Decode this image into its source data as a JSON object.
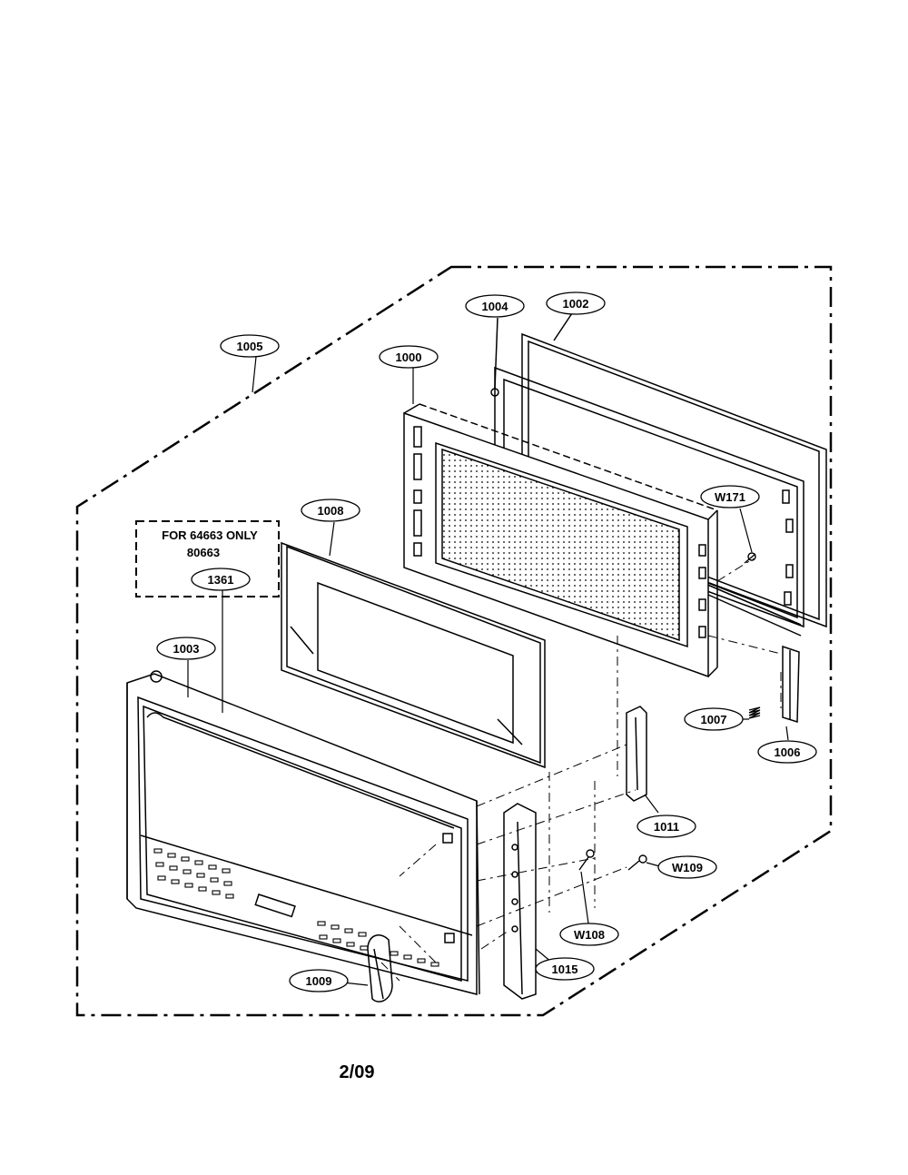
{
  "note": {
    "line1": "FOR 64663 ONLY",
    "line2": "80663"
  },
  "labels": {
    "l1005": "1005",
    "l1004": "1004",
    "l1002": "1002",
    "l1000": "1000",
    "l1008": "1008",
    "l1361": "1361",
    "l1003": "1003",
    "w171": "W171",
    "l1007": "1007",
    "l1006": "1006",
    "l1011": "1011",
    "w109": "W109",
    "w108": "W108",
    "l1015": "1015",
    "l1009": "1009"
  },
  "page_number": "2/09"
}
